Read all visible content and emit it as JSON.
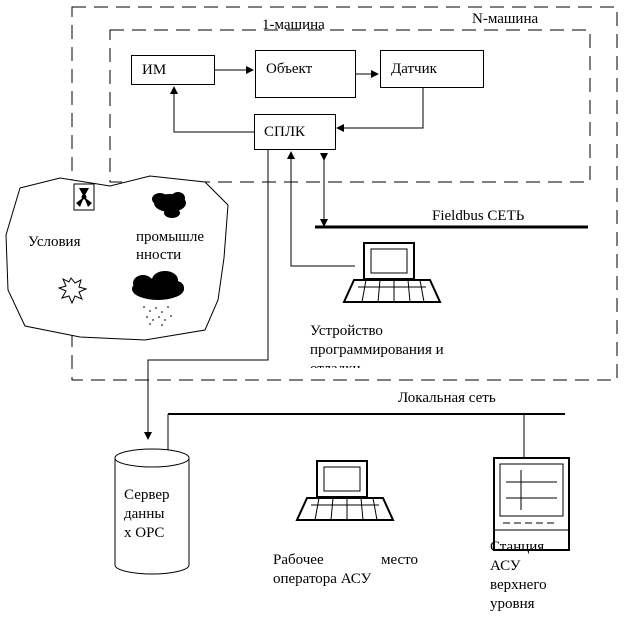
{
  "labels": {
    "machine_one": "1-машина",
    "machine_n": "N-машина",
    "im": "ИМ",
    "object": "Объект",
    "sensor": "Датчик",
    "splk": "СПЛК",
    "fieldbus": "Fieldbus СЕТЬ",
    "conditions": "Условия",
    "industrial_1": "промышле",
    "industrial_2": "нности",
    "programmer_1": "Устройство",
    "programmer_2": "программирования и",
    "programmer_3": "отладки",
    "local_net": "Локальная сеть",
    "server_1": "Сервер",
    "server_2": "данны",
    "server_3": "х OPC",
    "workstation_1": "Рабочее",
    "workstation_2": "место",
    "workstation_3": "оператора АСУ",
    "upper_1": "Станция",
    "upper_2": "АСУ",
    "upper_3": "верхнего",
    "upper_4": "уровня"
  },
  "icons": [
    "radiation-icon",
    "smoke-cloud-icon",
    "explosion-icon",
    "rain-cloud-icon",
    "computer-icon",
    "monitor-icon"
  ]
}
